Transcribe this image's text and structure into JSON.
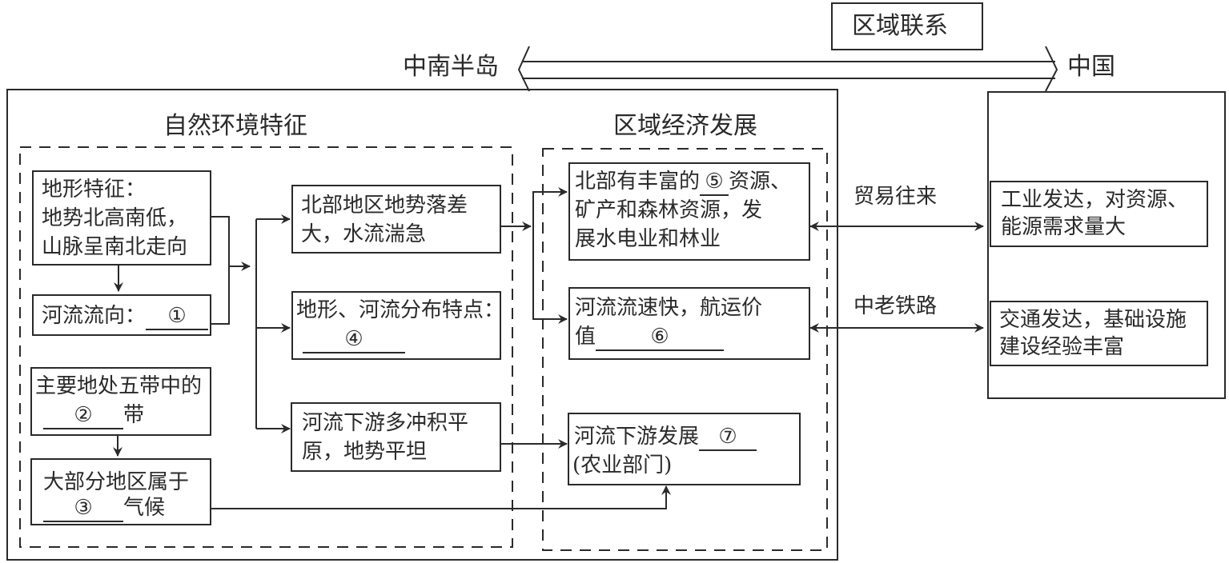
{
  "header": {
    "relation_title": "区域联系",
    "left_region": "中南半岛",
    "right_region": "中国"
  },
  "left_panel": {
    "natural_title": "自然环境特征",
    "economic_title": "区域经济发展"
  },
  "natural": {
    "terrain": {
      "line1": "地形特征：",
      "line2": "地势北高南低，",
      "line3": "山脉呈南北走向"
    },
    "river_direction": {
      "prefix": "河流流向：",
      "blank": "①"
    },
    "zone": {
      "line1": "主要地处五带中的",
      "blank": "②",
      "suffix": "带"
    },
    "climate": {
      "line1": "大部分地区属于",
      "blank": "③",
      "suffix": "气候"
    },
    "drop": {
      "line1": "北部地区地势落差",
      "line2": "大，水流湍急"
    },
    "distribution": {
      "line1": "地形、河流分布特点：",
      "blank": "④"
    },
    "plain": {
      "line1": "河流下游多冲积平",
      "line2": "原，地势平坦"
    }
  },
  "economic": {
    "resources": {
      "prefix": "北部有丰富的",
      "blank": "⑤",
      "suffix": "资源、",
      "line2": "矿产和森林资源，发",
      "line3": "展水电业和林业"
    },
    "navigation": {
      "line1": "河流流速快，航运价",
      "prefix2": "值",
      "blank": "⑥"
    },
    "downstream": {
      "prefix": "河流下游发展",
      "blank": "⑦",
      "line2": "(农业部门)"
    }
  },
  "links": {
    "trade": "贸易往来",
    "railway": "中老铁路"
  },
  "china": {
    "industry": {
      "line1": "工业发达，对资源、",
      "line2": "能源需求量大"
    },
    "transport": {
      "line1": "交通发达，基础设施",
      "line2": "建设经验丰富"
    }
  }
}
